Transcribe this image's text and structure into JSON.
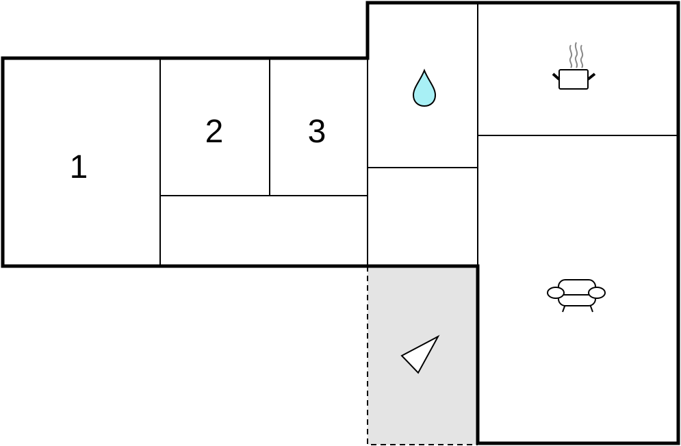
{
  "floorplan": {
    "rooms": [
      {
        "id": "room-1",
        "label": "1"
      },
      {
        "id": "room-2",
        "label": "2"
      },
      {
        "id": "room-3",
        "label": "3"
      },
      {
        "id": "bathroom",
        "icon": "water-drop-icon"
      },
      {
        "id": "kitchen",
        "icon": "cooking-pot-icon"
      },
      {
        "id": "living-room",
        "icon": "armchair-icon"
      },
      {
        "id": "terrace",
        "icon": "sun-lounger-icon"
      }
    ],
    "colors": {
      "wall": "#000000",
      "terrace_fill": "#e4e4e4",
      "water_drop": "#a8f0f5",
      "steam": "#888888"
    }
  }
}
